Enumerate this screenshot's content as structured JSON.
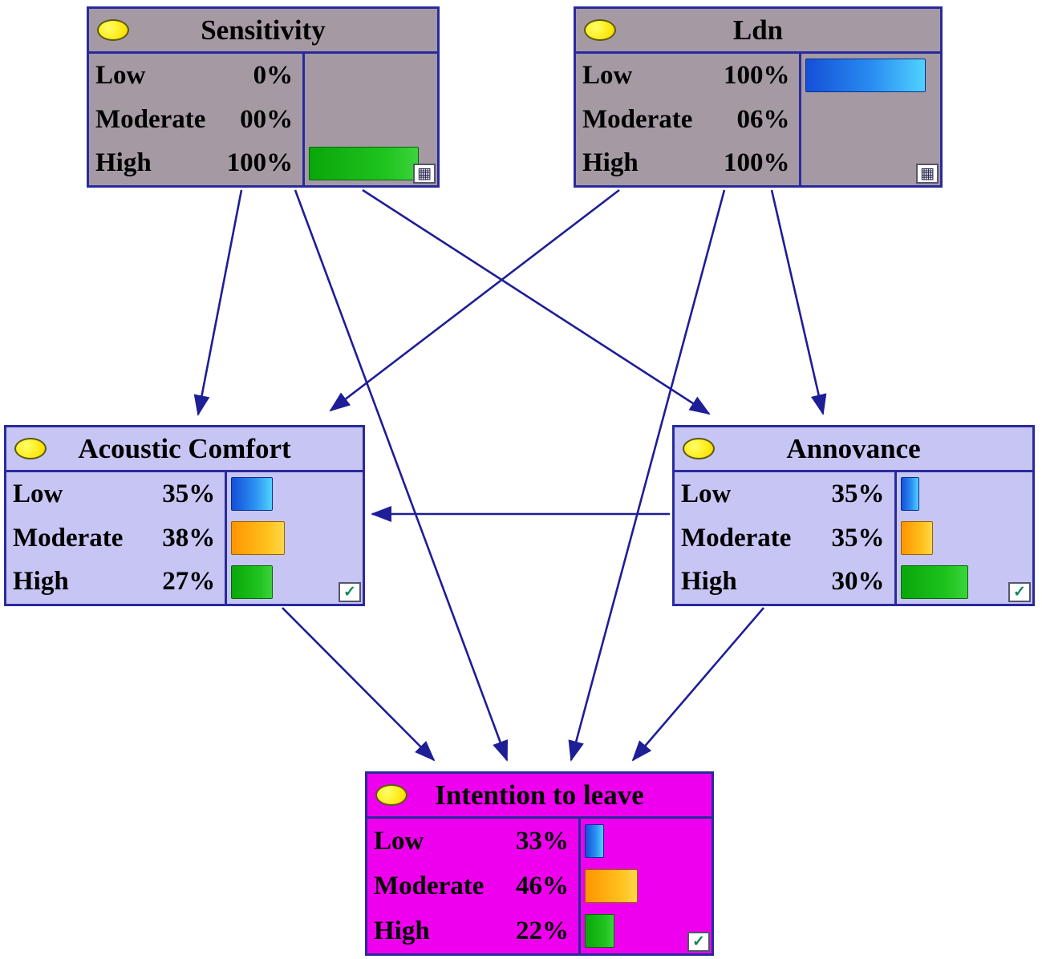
{
  "diagram": {
    "type": "bayesian-network",
    "background": "#ffffff"
  },
  "colors": {
    "top_node_bg": "#a59aa4",
    "mid_node_bg": "#c7c5f3",
    "bottom_node_bg": "#ee00ee",
    "node_border": "#2a2a9e",
    "arrow": "#1e1e96",
    "bar_blue": "#2a8cf0",
    "bar_orange": "#ffa500",
    "bar_green": "#1fc41f",
    "cloud_icon_fill": "#ffe60a",
    "check_mark": "#0b8a55",
    "text": "#000000"
  },
  "nodes": [
    {
      "id": "sensitivity",
      "title": "Sensitivity",
      "bg": "#a59aa4",
      "corner_icon": "window",
      "rows": [
        {
          "label": "Low",
          "value": "0%",
          "bar": 0,
          "color": "blue"
        },
        {
          "label": "Moderate",
          "value": "00%",
          "bar": 0,
          "color": "orange"
        },
        {
          "label": "High",
          "value": "100%",
          "bar": 90,
          "color": "green"
        }
      ]
    },
    {
      "id": "ldn",
      "title": "Ldn",
      "bg": "#a59aa4",
      "corner_icon": "window",
      "rows": [
        {
          "label": "Low",
          "value": "100%",
          "bar": 94,
          "color": "blue"
        },
        {
          "label": "Moderate",
          "value": "06%",
          "bar": 0,
          "color": "orange"
        },
        {
          "label": "High",
          "value": "100%",
          "bar": 0,
          "color": "green"
        }
      ]
    },
    {
      "id": "acoustic-comfort",
      "title": "Acoustic Comfort",
      "bg": "#c7c5f3",
      "corner_icon": "check",
      "rows": [
        {
          "label": "Low",
          "value": "35%",
          "bar": 33,
          "color": "blue"
        },
        {
          "label": "Moderate",
          "value": "38%",
          "bar": 43,
          "color": "orange"
        },
        {
          "label": "High",
          "value": "27%",
          "bar": 33,
          "color": "green"
        }
      ]
    },
    {
      "id": "annoyance",
      "title": "Annovance",
      "bg": "#c7c5f3",
      "corner_icon": "check",
      "rows": [
        {
          "label": "Low",
          "value": "35%",
          "bar": 15,
          "color": "blue"
        },
        {
          "label": "Moderate",
          "value": "35%",
          "bar": 26,
          "color": "orange"
        },
        {
          "label": "High",
          "value": "30%",
          "bar": 54,
          "color": "green"
        }
      ]
    },
    {
      "id": "intention-to-leave",
      "title": "Intention to leave",
      "bg": "#ee00ee",
      "corner_icon": "check",
      "rows": [
        {
          "label": "Low",
          "value": "33%",
          "bar": 16,
          "color": "blue"
        },
        {
          "label": "Moderate",
          "value": "46%",
          "bar": 44,
          "color": "orange"
        },
        {
          "label": "High",
          "value": "22%",
          "bar": 25,
          "color": "green"
        }
      ]
    }
  ],
  "edges": [
    {
      "from": "Sensitivity",
      "to": "Acoustic Comfort"
    },
    {
      "from": "Sensitivity",
      "to": "Annovance"
    },
    {
      "from": "Sensitivity",
      "to": "Intention to leave"
    },
    {
      "from": "Ldn",
      "to": "Acoustic Comfort"
    },
    {
      "from": "Ldn",
      "to": "Annovance"
    },
    {
      "from": "Ldn",
      "to": "Intention to leave"
    },
    {
      "from": "Annovance",
      "to": "Acoustic Comfort"
    },
    {
      "from": "Acoustic Comfort",
      "to": "Intention to leave"
    },
    {
      "from": "Annovance",
      "to": "Intention to leave"
    }
  ]
}
